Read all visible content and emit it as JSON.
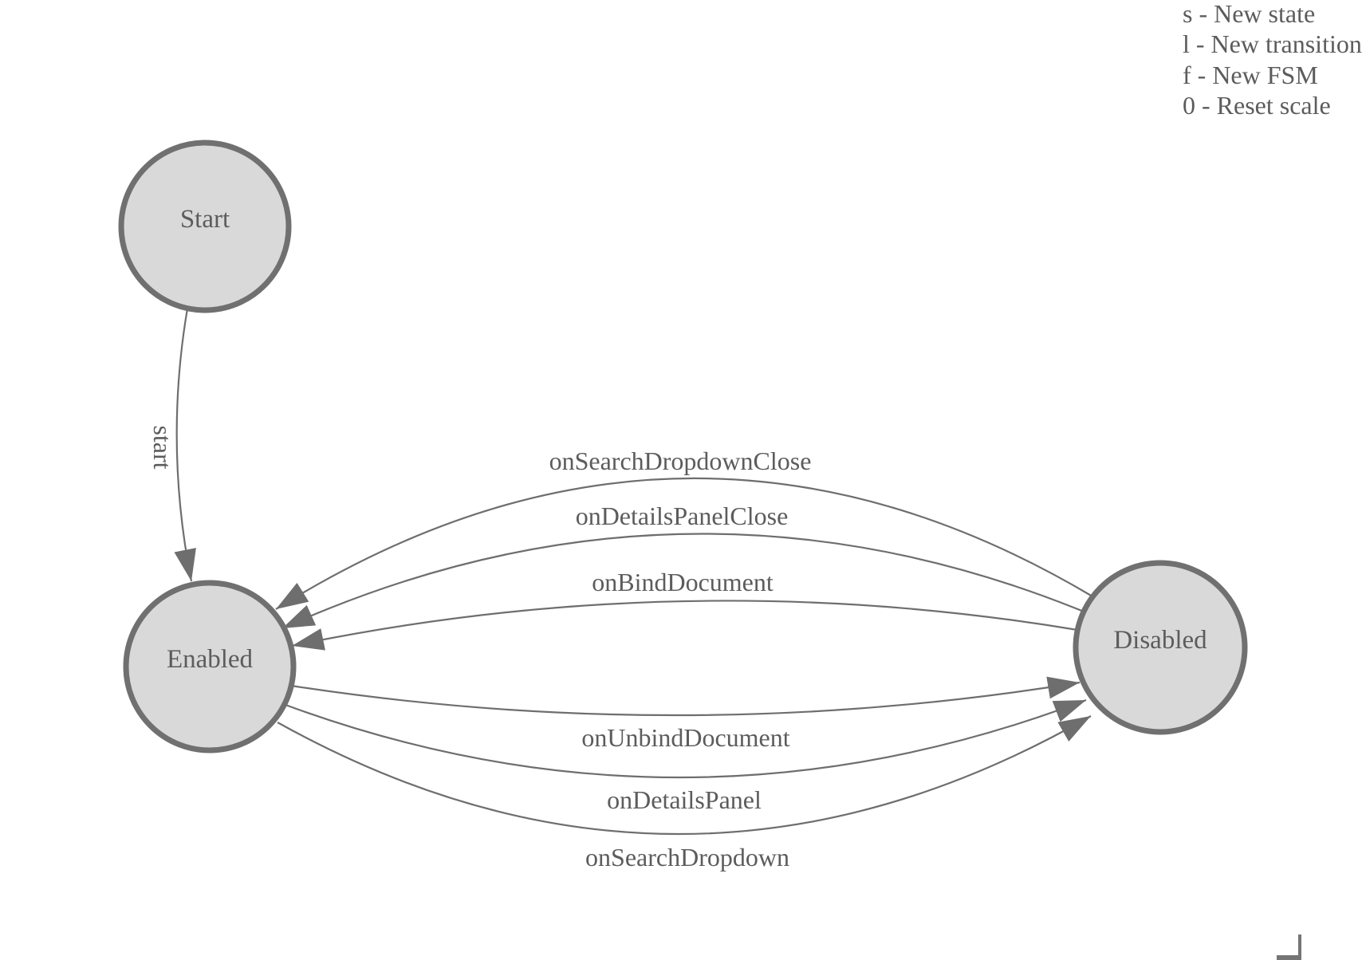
{
  "legend": {
    "shortcuts": [
      "s - New state",
      "l - New transition",
      "f - New FSM",
      "0 - Reset scale"
    ]
  },
  "nodes": [
    {
      "id": "start",
      "label": "Start"
    },
    {
      "id": "enabled",
      "label": "Enabled"
    },
    {
      "id": "disabled",
      "label": "Disabled"
    }
  ],
  "edges": [
    {
      "from": "start",
      "to": "enabled",
      "label": "start"
    },
    {
      "from": "disabled",
      "to": "enabled",
      "label": "onSearchDropdownClose"
    },
    {
      "from": "disabled",
      "to": "enabled",
      "label": "onDetailsPanelClose"
    },
    {
      "from": "disabled",
      "to": "enabled",
      "label": "onBindDocument"
    },
    {
      "from": "enabled",
      "to": "disabled",
      "label": "onUnbindDocument"
    },
    {
      "from": "enabled",
      "to": "disabled",
      "label": "onDetailsPanel"
    },
    {
      "from": "enabled",
      "to": "disabled",
      "label": "onSearchDropdown"
    }
  ],
  "colors": {
    "background": "#ffffff",
    "node_fill": "#d9d9d9",
    "node_stroke": "#707070",
    "edge_stroke": "#6e6e6e",
    "arrow_fill": "#6e6e6e",
    "text": "#5c5c5c"
  }
}
